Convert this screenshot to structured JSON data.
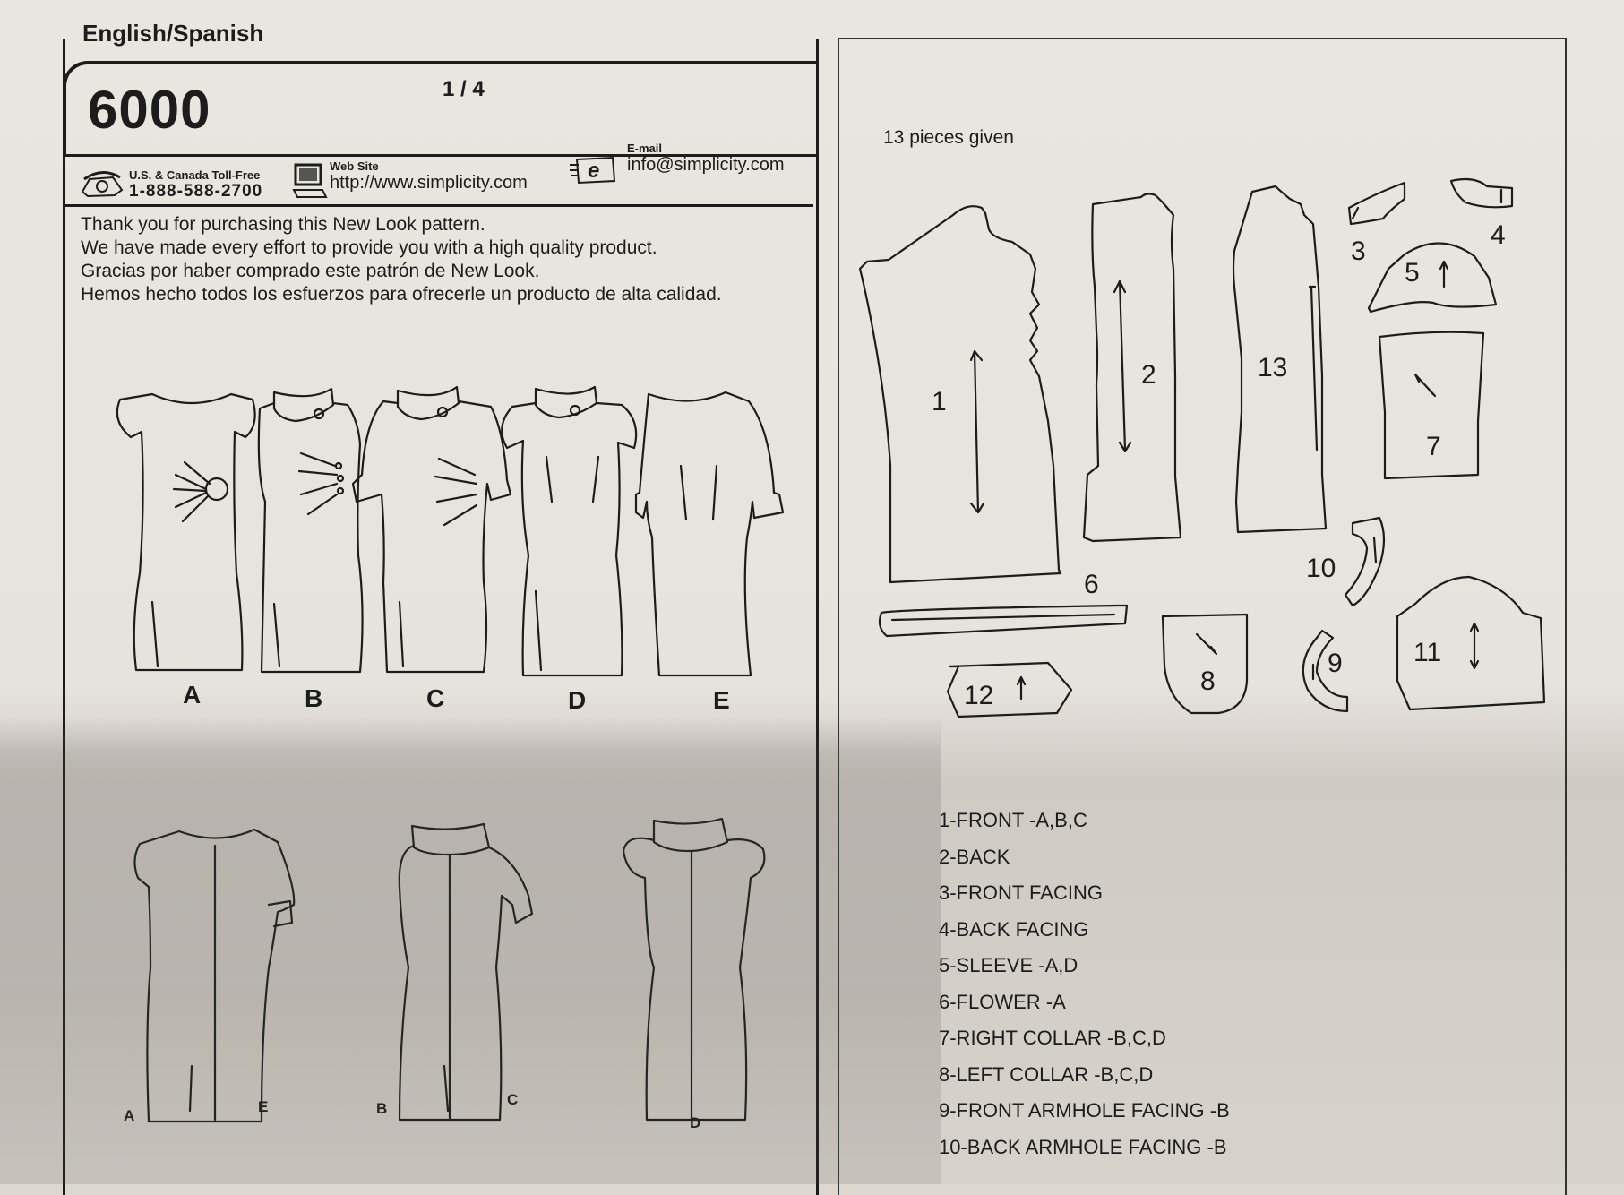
{
  "header": {
    "language": "English/Spanish",
    "pattern_number": "6000",
    "page_index": "1 / 4"
  },
  "contact": {
    "phone_label": "U.S. & Canada Toll-Free",
    "phone": "1-888-588-2700",
    "web_label": "Web Site",
    "web": "http://www.simplicity.com",
    "email_label": "E-mail",
    "email": "info@simplicity.com"
  },
  "thanks": [
    "Thank you for purchasing this New Look pattern.",
    "We have made every effort to provide you with a high quality product.",
    "Gracias por haber comprado este patrón de New Look.",
    "Hemos hecho todos los esfuerzos para ofrecerle un producto de alta calidad."
  ],
  "views": [
    "A",
    "B",
    "C",
    "D",
    "E"
  ],
  "back_views": {
    "first": [
      "A",
      "E"
    ],
    "second": [
      "B",
      "C"
    ],
    "third": [
      "D"
    ]
  },
  "pieces_given": "13 pieces given",
  "piece_numbers": [
    "1",
    "2",
    "3",
    "4",
    "5",
    "6",
    "7",
    "8",
    "9",
    "10",
    "11",
    "12",
    "13"
  ],
  "piece_list": [
    "1-FRONT -A,B,C",
    "2-BACK",
    "3-FRONT FACING",
    "4-BACK FACING",
    "5-SLEEVE -A,D",
    "6-FLOWER -A",
    "7-RIGHT COLLAR -B,C,D",
    "8-LEFT COLLAR -B,C,D",
    "9-FRONT ARMHOLE FACING -B",
    "10-BACK ARMHOLE FACING -B"
  ],
  "icons": [
    "telephone-icon",
    "computer-icon",
    "email-icon"
  ]
}
